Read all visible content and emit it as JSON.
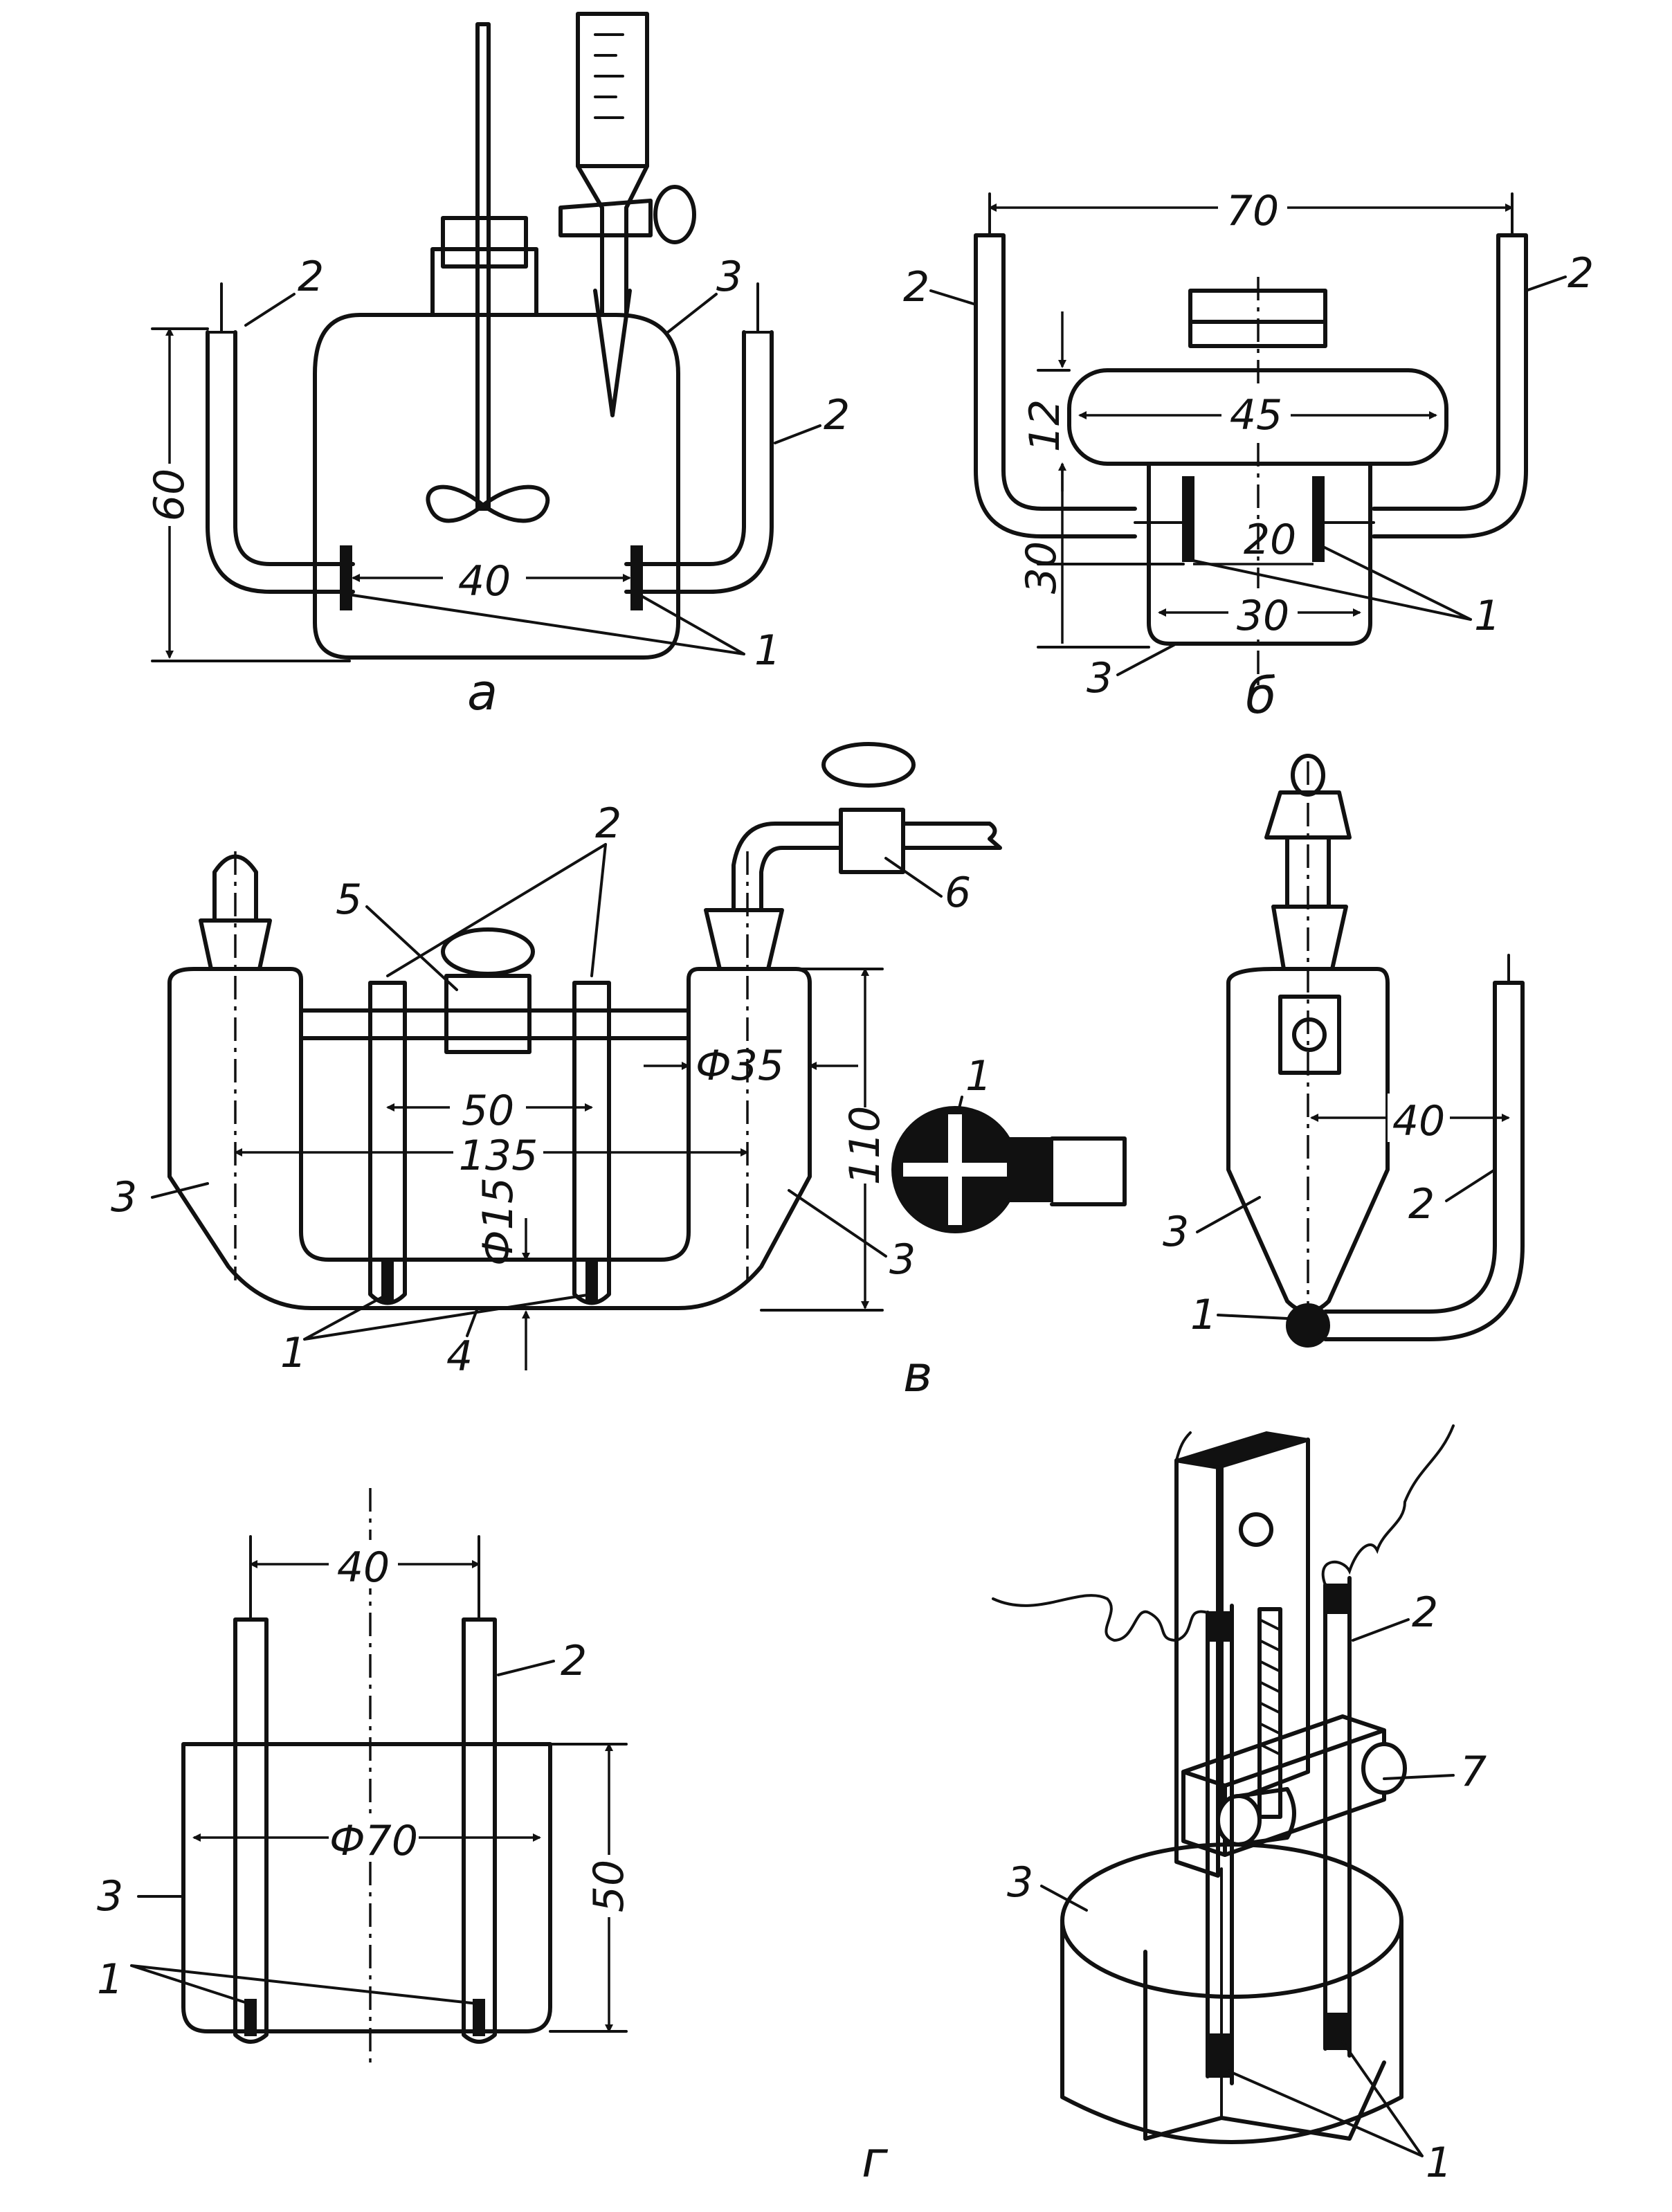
{
  "panel_a": {
    "caption": "а",
    "labels": {
      "electrode_left": "2",
      "electrode_right": "2",
      "vessel": "3",
      "contacts": "1"
    },
    "dims": {
      "height": "60",
      "spacing": "40"
    }
  },
  "panel_b": {
    "caption": "б",
    "labels": {
      "electrode_left": "2",
      "electrode_right": "2",
      "vessel": "3",
      "contacts": "1"
    },
    "dims": {
      "width": "70",
      "cap_width": "45",
      "cap_height": "12",
      "gap": "20",
      "base_width": "30",
      "base_height": "30"
    }
  },
  "panel_v": {
    "caption": "в",
    "labels": {
      "electrodes": "2",
      "stopcock_center": "5",
      "stopcock_side": "6",
      "vessel_left": "3",
      "vessel_right": "3",
      "contacts": "1",
      "channel": "4",
      "contact_detail": "1",
      "side_electrode": "2",
      "side_vessel": "3",
      "side_contact": "1"
    },
    "dims": {
      "spacing": "50",
      "length": "135",
      "side_diameter": "Ф35",
      "channel_diameter": "Ф15",
      "height": "110",
      "side_spacing": "40"
    }
  },
  "panel_g": {
    "caption": "г",
    "labels": {
      "electrode": "2",
      "vessel": "3",
      "contacts": "1",
      "iso_electrode": "2",
      "iso_holder": "7",
      "iso_vessel": "3",
      "iso_contacts": "1"
    },
    "dims": {
      "spacing": "40",
      "diameter": "Ф70",
      "height": "50"
    }
  }
}
